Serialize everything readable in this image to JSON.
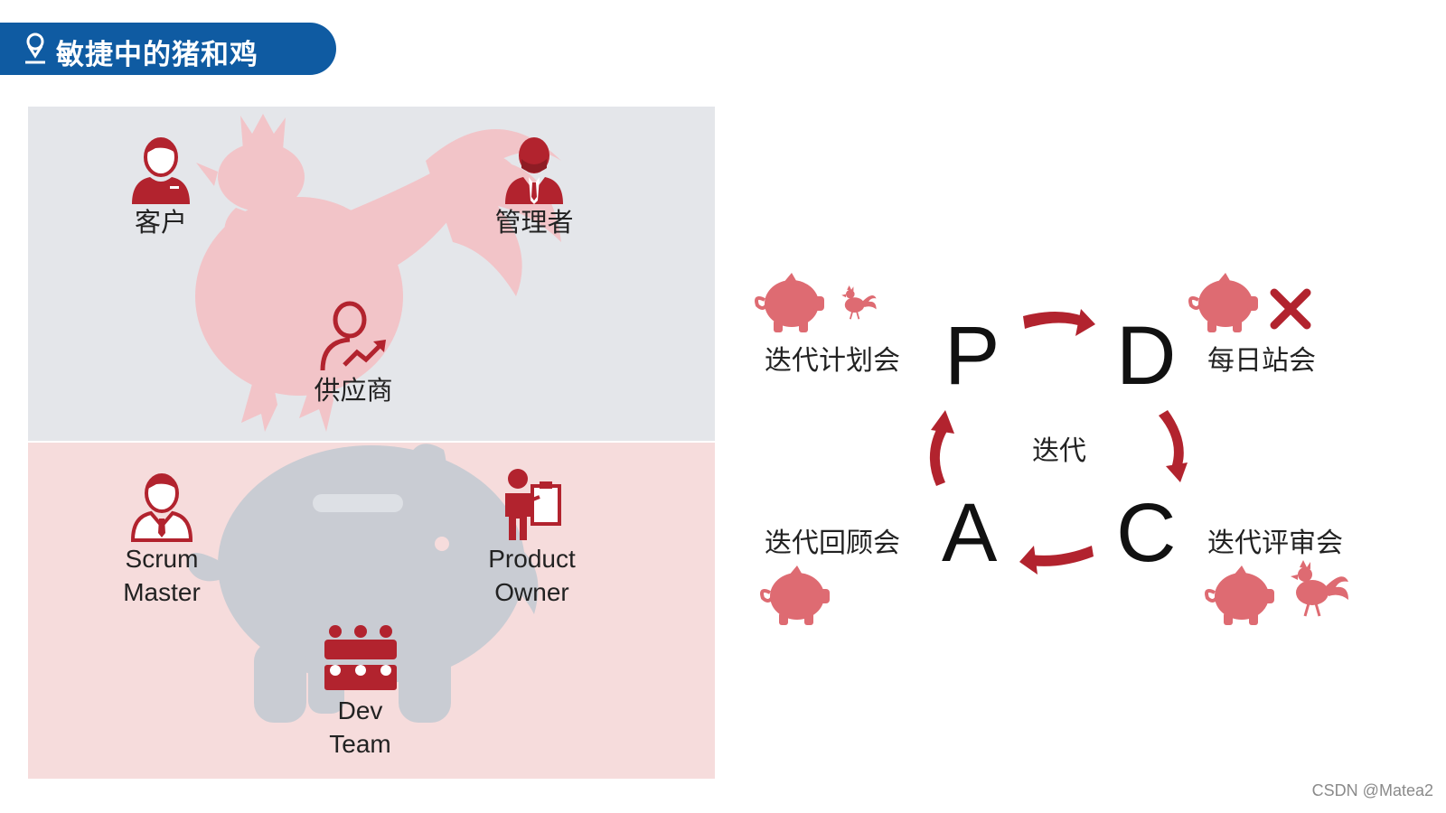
{
  "title": "敏捷中的猪和鸡",
  "chicken_panel": {
    "roles": [
      {
        "label": "客户"
      },
      {
        "label": "管理者"
      },
      {
        "label": "供应商"
      }
    ]
  },
  "pig_panel": {
    "roles": [
      {
        "label_lines": [
          "Scrum",
          "Master"
        ]
      },
      {
        "label_lines": [
          "Product",
          "Owner"
        ]
      },
      {
        "label_lines": [
          "Dev",
          "Team"
        ]
      }
    ]
  },
  "pdca": {
    "center": "迭代",
    "phases": [
      {
        "letter": "P",
        "label": "迭代计划会"
      },
      {
        "letter": "D",
        "label": "每日站会"
      },
      {
        "letter": "C",
        "label": "迭代评审会"
      },
      {
        "letter": "A",
        "label": "迭代回顾会"
      }
    ]
  },
  "colors": {
    "title_bg": "#0f5ba2",
    "accent_red": "#b2232e",
    "pig_pink": "#de6b72",
    "chicken_panel_bg": "#e4e6ea",
    "pig_panel_bg": "#f6dcdc"
  },
  "watermark": "CSDN @Matea2"
}
